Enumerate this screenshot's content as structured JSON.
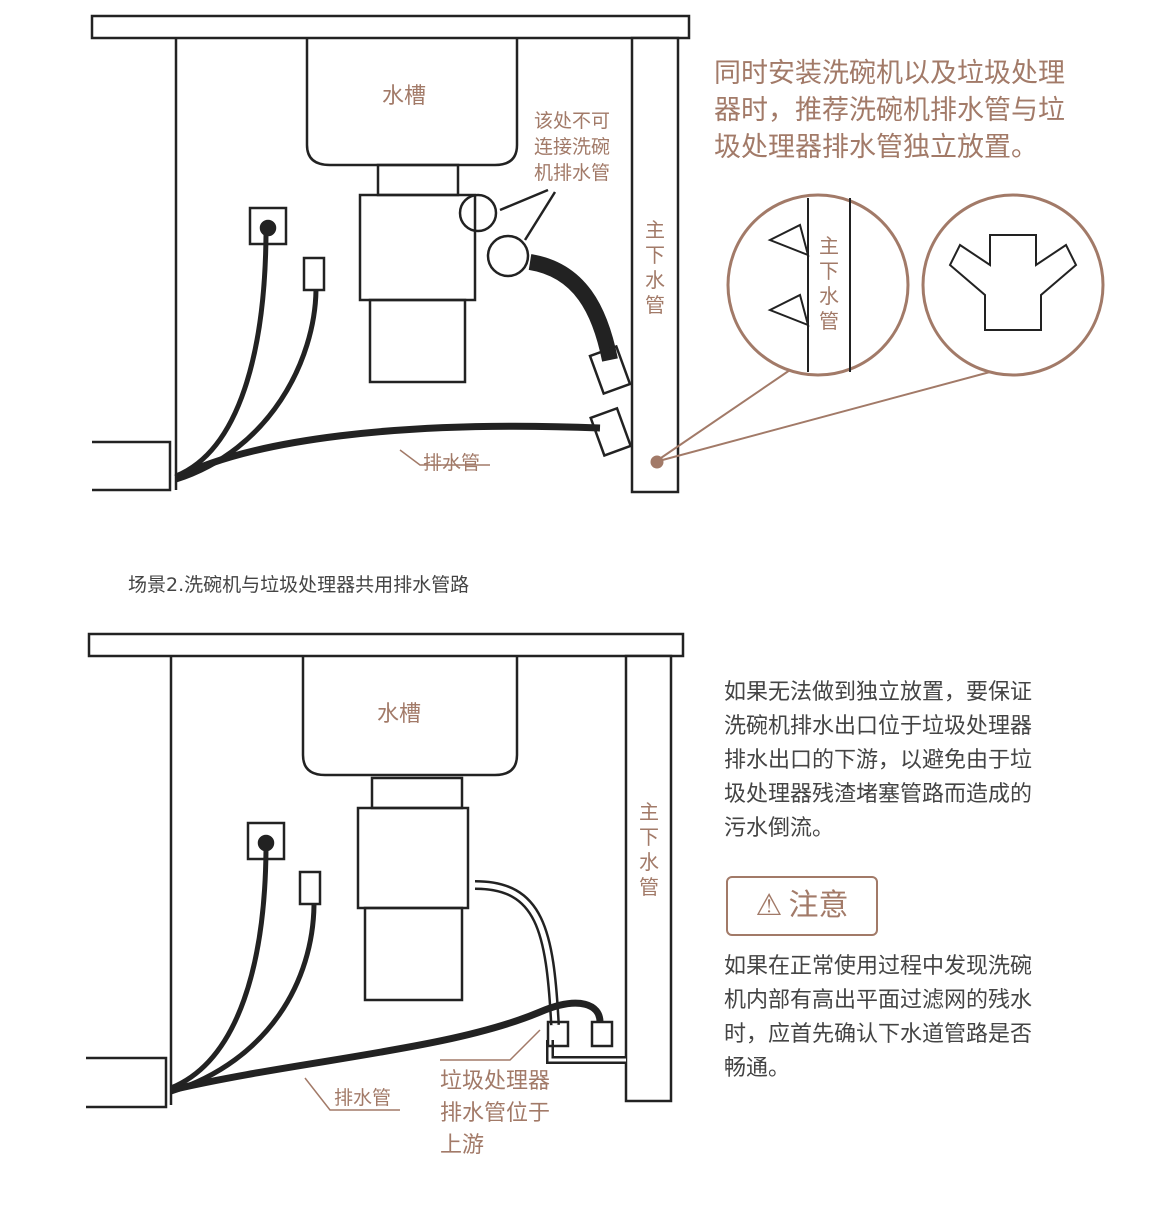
{
  "scene1": {
    "sink_label": "水槽",
    "warning_label": "该处不可\n连接洗碗\n机排水管",
    "main_pipe_label": "主\n下\n水\n管",
    "inset_pipe_label": "主\n下\n水\n管",
    "drain_label": "排水管",
    "description": "同时安装洗碗机以及垃圾处理\n器时，推荐洗碗机排水管与垃\n圾处理器排水管独立放置。"
  },
  "scene2": {
    "title": "场景2.洗碗机与垃圾处理器共用排水管路",
    "sink_label": "水槽",
    "main_pipe_label": "主\n下\n水\n管",
    "drain_label": "排水管",
    "upstream_label": "垃圾处理器\n排水管位于\n上游",
    "description": "如果无法做到独立放置，要保证\n洗碗机排水出口位于垃圾处理器\n排水出口的下游，以避免由于垃\n圾处理器残渣堵塞管路而造成的\n污水倒流。",
    "notice_label": "注意",
    "notice_text": "如果在正常使用过程中发现洗碗\n机内部有高出平面过滤网的残水\n时，应首先确认下水道管路是否\n畅通。"
  },
  "colors": {
    "accent": "#a27a68",
    "line": "#222222"
  }
}
